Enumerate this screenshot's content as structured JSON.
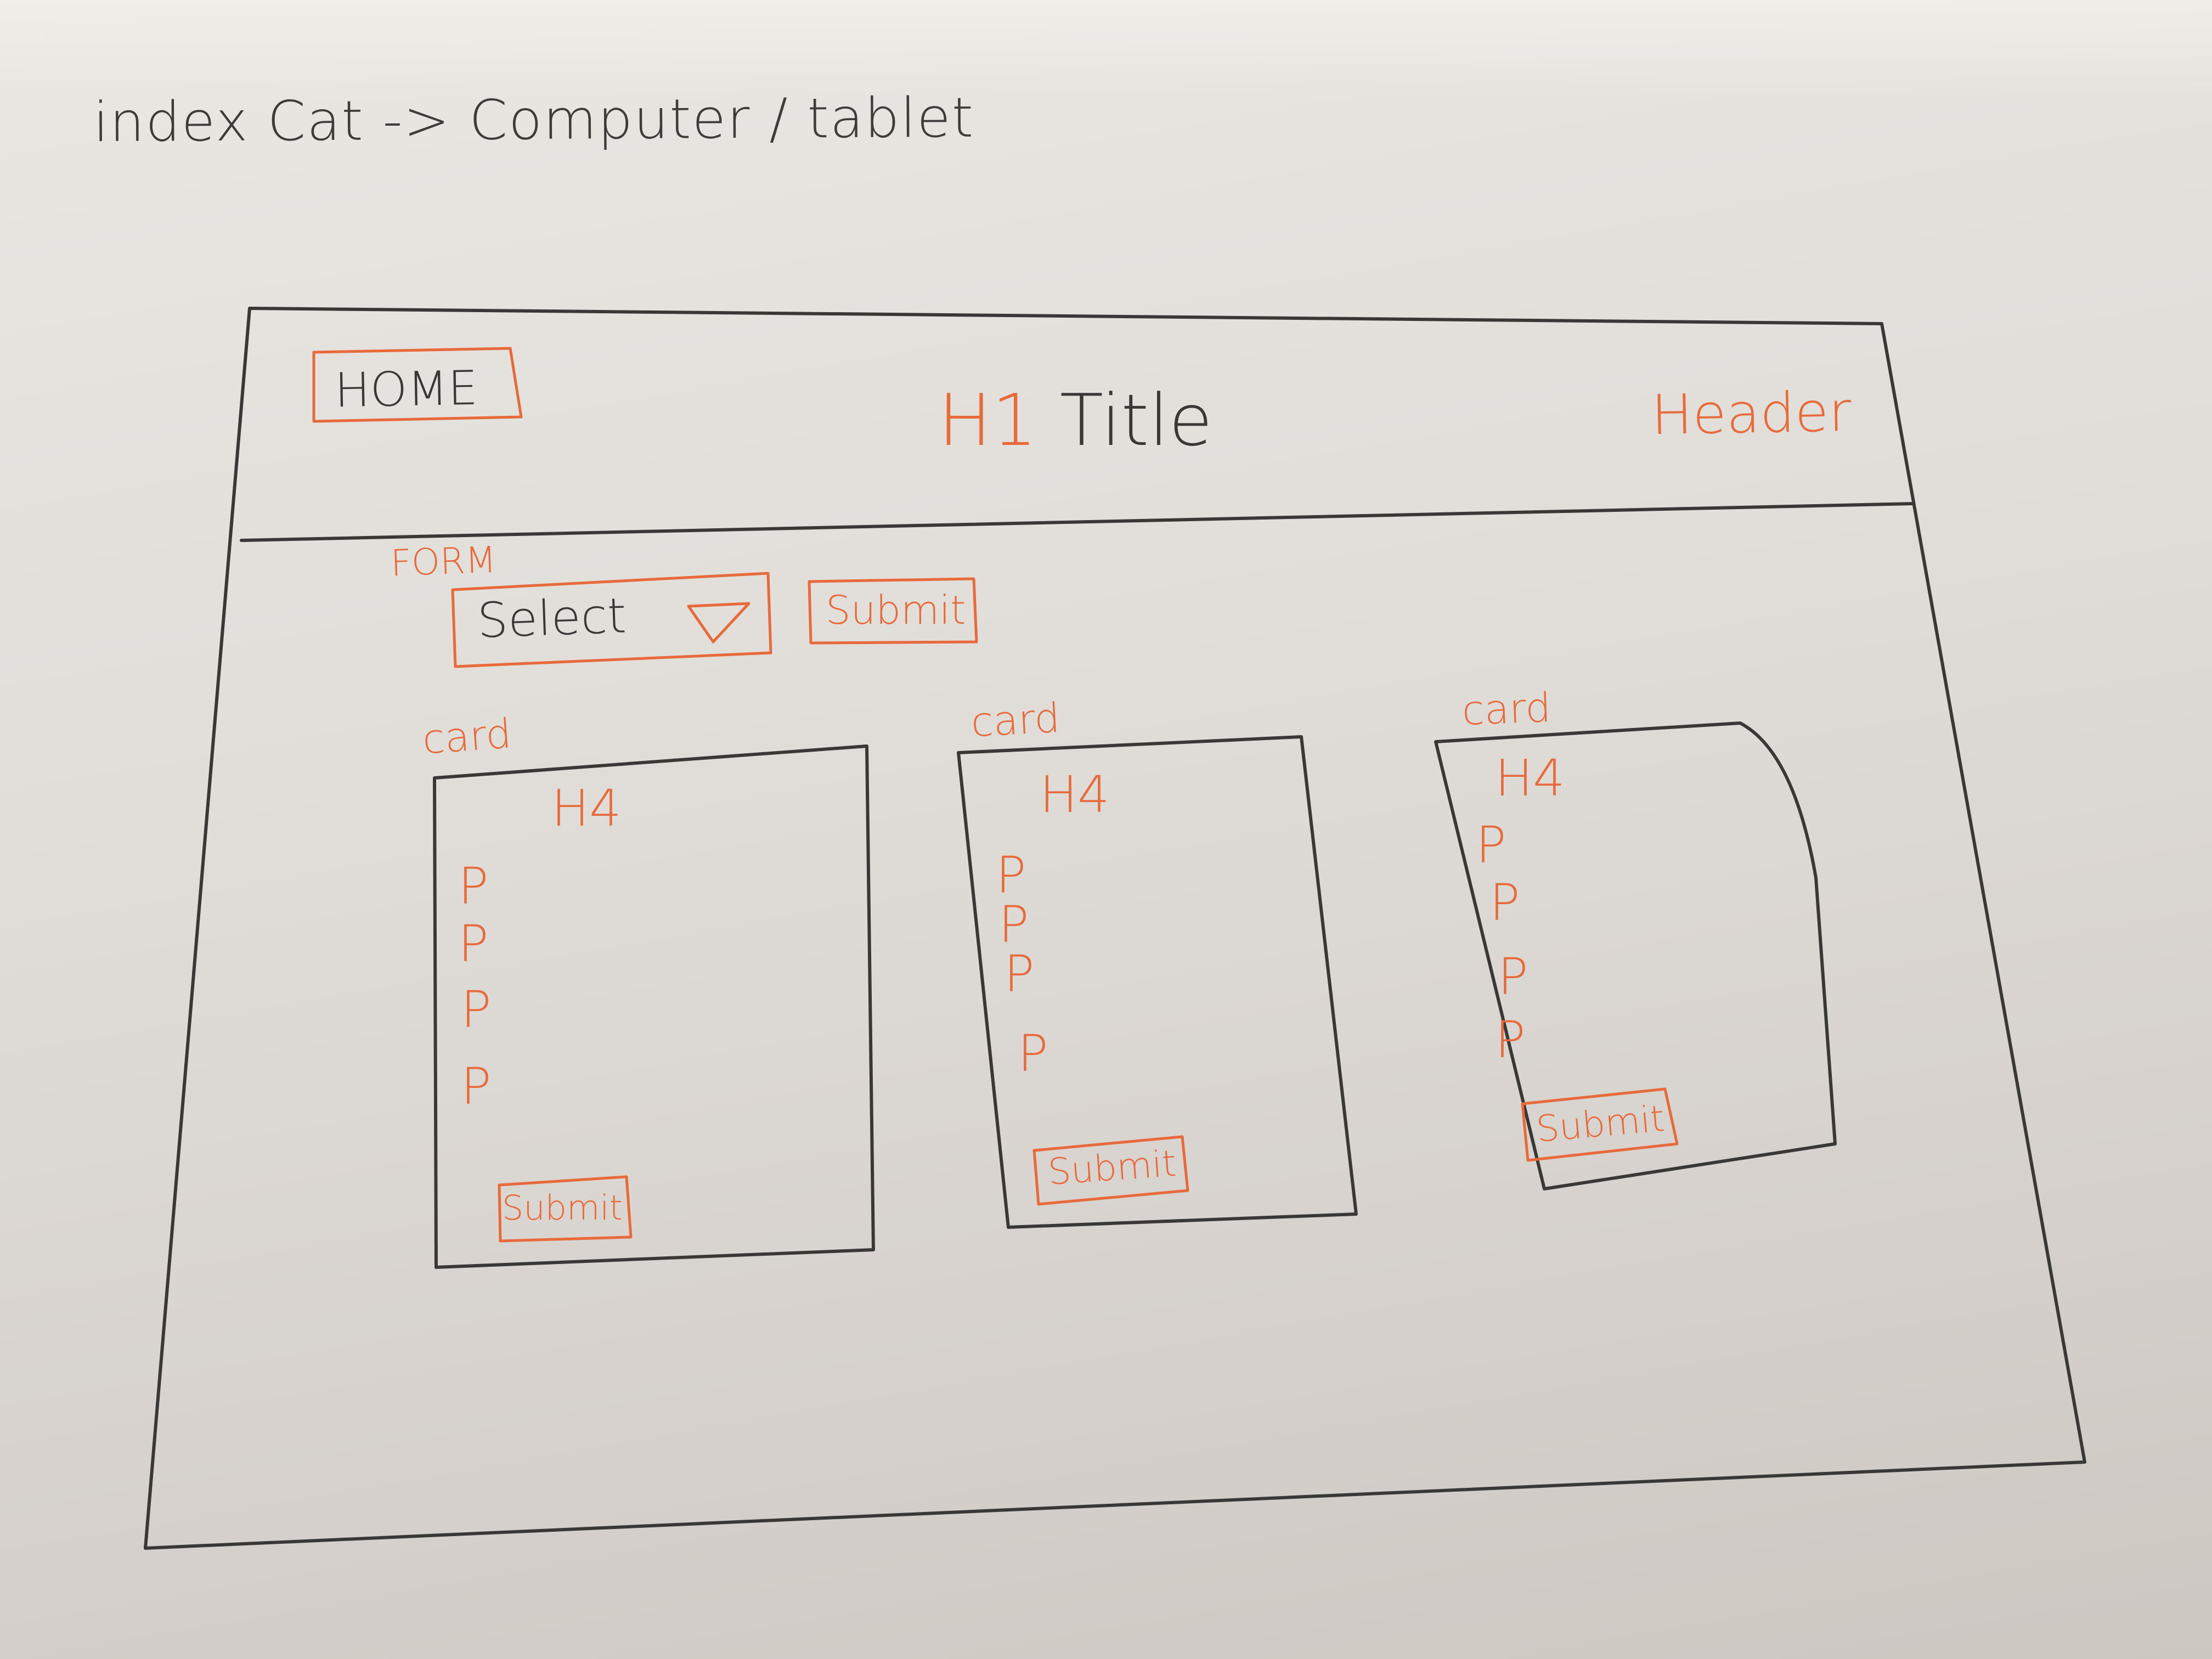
{
  "note": "index Cat -> Computer / tablet",
  "header": {
    "home_label": "HOME",
    "title_prefix": "H1",
    "title_word": "Title",
    "header_label": "Header"
  },
  "form": {
    "label": "FORM",
    "select_label": "Select",
    "submit_label": "Submit"
  },
  "cards": [
    {
      "label": "card",
      "heading": "H4",
      "paragraphs": [
        "P",
        "P",
        "P",
        "P"
      ],
      "submit_label": "Submit"
    },
    {
      "label": "card",
      "heading": "H4",
      "paragraphs": [
        "P",
        "P",
        "P",
        "P"
      ],
      "submit_label": "Submit"
    },
    {
      "label": "card",
      "heading": "H4",
      "paragraphs": [
        "P",
        "P",
        "P",
        "P"
      ],
      "submit_label": "Submit"
    }
  ],
  "colors": {
    "ink_orange": "#e8693a",
    "ink_dark": "#3a3837",
    "paper": "#e1deda"
  }
}
